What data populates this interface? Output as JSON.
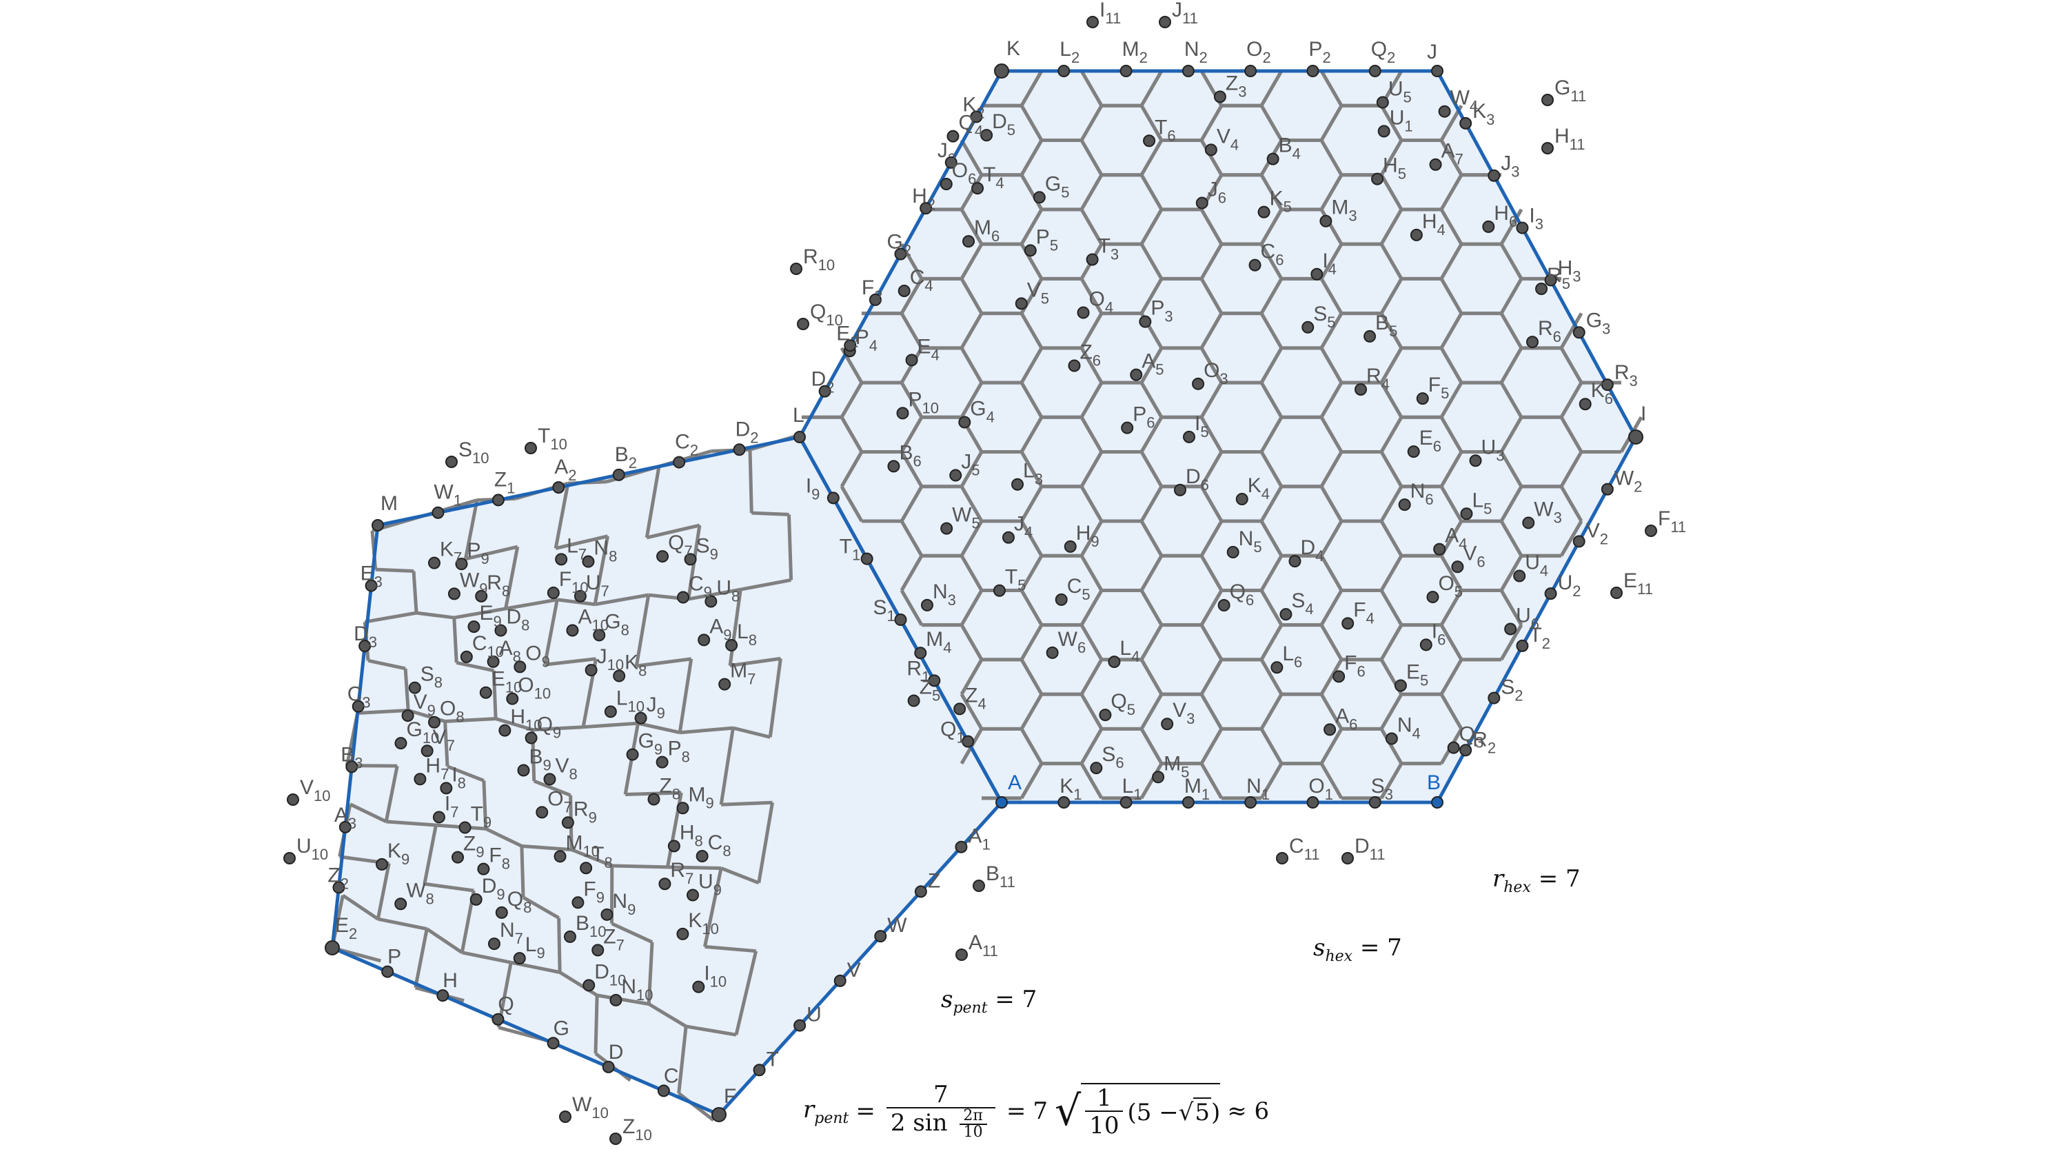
{
  "colors": {
    "fill": "#e8f0fa",
    "edge": "#808080",
    "boundary": "#1f64b4",
    "node": "#555555",
    "node_blue": "#1f64b4",
    "label": "#555555"
  },
  "points": {
    "hex_outer": [
      "K",
      "J",
      "I",
      "B",
      "A",
      "L"
    ],
    "hex_top_edge": [
      "L_2",
      "M_2",
      "N_2",
      "O_2",
      "P_2",
      "Q_2"
    ],
    "hex_left_edge": [
      "K_2",
      "J_2",
      "H_2",
      "G_2",
      "F_2",
      "E_2",
      "D_2"
    ],
    "hex_right_edge": [
      "K_3",
      "J_3",
      "I_3",
      "H_3",
      "G_3",
      "R_3"
    ],
    "hex_bottom_edge": [
      "K_1",
      "L_1",
      "M_1",
      "N_1",
      "O_1",
      "S_3"
    ],
    "hex_lower_right_edge": [
      "W_2",
      "V_2",
      "U_2",
      "T_2",
      "S_2",
      "R_2"
    ],
    "hex_lower_left_edge": [
      "I_9",
      "T_1",
      "S_1",
      "R_1",
      "Q_1"
    ],
    "hex_interior": [
      "O_6",
      "Q_6",
      "R_6",
      "S_6",
      "N_6",
      "M_6",
      "L_6",
      "K_6",
      "T_6",
      "V_6",
      "V_5",
      "A_6",
      "B_6",
      "J_6",
      "U_6",
      "Z_6",
      "U_5",
      "W_5",
      "C_6",
      "I_6",
      "P_6",
      "A_7",
      "T_5",
      "S_5",
      "Z_5",
      "D_6",
      "H_6",
      "W_6",
      "R_4",
      "Q_4",
      "N_5",
      "R_5",
      "Q_5",
      "E_6",
      "T_4",
      "S_4",
      "P_4",
      "M_5",
      "L_5",
      "P_5",
      "F_6",
      "P_10",
      "V_4",
      "U_4",
      "O_4",
      "N_4",
      "J_5",
      "K_5",
      "O_5",
      "A_5",
      "W_4",
      "J_4",
      "I_4",
      "M_4",
      "I_5",
      "H_5",
      "C_5",
      "B_5",
      "Z_4",
      "K_4",
      "H_4",
      "L_4",
      "F_5",
      "D_5",
      "D_4",
      "C_4",
      "V_3",
      "U_3",
      "G_5",
      "F_4",
      "E_4",
      "Z_3",
      "W_3",
      "T_3",
      "E_5",
      "G_4",
      "B_4",
      "A_4",
      "P_3",
      "Q_3",
      "L_3",
      "M_3",
      "N_3",
      "O_3",
      "U_1",
      "H_9"
    ],
    "hex_outside": [
      "I_11",
      "J_11",
      "R_10",
      "Q_10",
      "F_11",
      "E_11",
      "C_11",
      "D_11",
      "H_11",
      "G_11"
    ],
    "pent_outer": [
      "M",
      "L",
      "A",
      "F",
      "E_2"
    ],
    "pent_top_edge": [
      "W_1",
      "Z_1",
      "A_2",
      "B_2",
      "C_2",
      "D_2"
    ],
    "pent_left_edge": [
      "E_3",
      "D_3",
      "C_3",
      "B_3",
      "A_3",
      "Z_2"
    ],
    "pent_bottom_edge": [
      "P",
      "H",
      "Q",
      "G",
      "D",
      "C"
    ],
    "pent_right_edge": [
      "T",
      "U",
      "V",
      "W",
      "Z",
      "A_1"
    ],
    "pent_interior": [
      "C_10",
      "B_10",
      "G_10",
      "F_10",
      "R_7",
      "E_10",
      "D_10",
      "H_7",
      "A_10",
      "K_10",
      "H_10",
      "Q_7",
      "I_7",
      "J_10",
      "I_10",
      "B_9",
      "C_9",
      "Z_9",
      "L_10",
      "K_7",
      "O_7",
      "A_9",
      "D_9",
      "G_9",
      "W_9",
      "M_10",
      "M_7",
      "N_7",
      "Z_8",
      "E_9",
      "F_9",
      "V_9",
      "L_7",
      "H_8",
      "A_8",
      "Z_7",
      "V_7",
      "U_7",
      "U_9",
      "O_10",
      "N_10",
      "I_8",
      "G_8",
      "K_9",
      "Q_9",
      "S_9",
      "T_9",
      "K_8",
      "W_8",
      "V_8",
      "U_8",
      "F_8",
      "J_9",
      "P_9",
      "R_9",
      "L_8",
      "Q_8",
      "P_8",
      "R_8",
      "T_8",
      "S_8",
      "L_9",
      "M_9",
      "D_8",
      "N_9",
      "O_8",
      "N_8",
      "C_8",
      "O_9"
    ],
    "pent_outside": [
      "S_10",
      "T_10",
      "V_10",
      "U_10",
      "W_10",
      "Z_10",
      "A_11",
      "B_11"
    ]
  },
  "formulas": {
    "r_hex": {
      "lhs": "r",
      "sub": "hex",
      "rhs": "= 7"
    },
    "s_hex": {
      "lhs": "s",
      "sub": "hex",
      "rhs": "= 7"
    },
    "s_pent": {
      "lhs": "s",
      "sub": "pent",
      "rhs": "= 7"
    },
    "r_pent": {
      "lhs": "r",
      "sub": "pent",
      "eq1": "=",
      "frac_num": "7",
      "frac_den": "2 sin",
      "angle_num": "2π",
      "angle_den": "10",
      "eq2": "=",
      "coef": "7",
      "inner_num": "1",
      "inner_den": "10",
      "inner_expr_a": "(5 −",
      "inner_expr_b": "5",
      "inner_expr_c": ")",
      "approx": "≈ 6"
    }
  }
}
